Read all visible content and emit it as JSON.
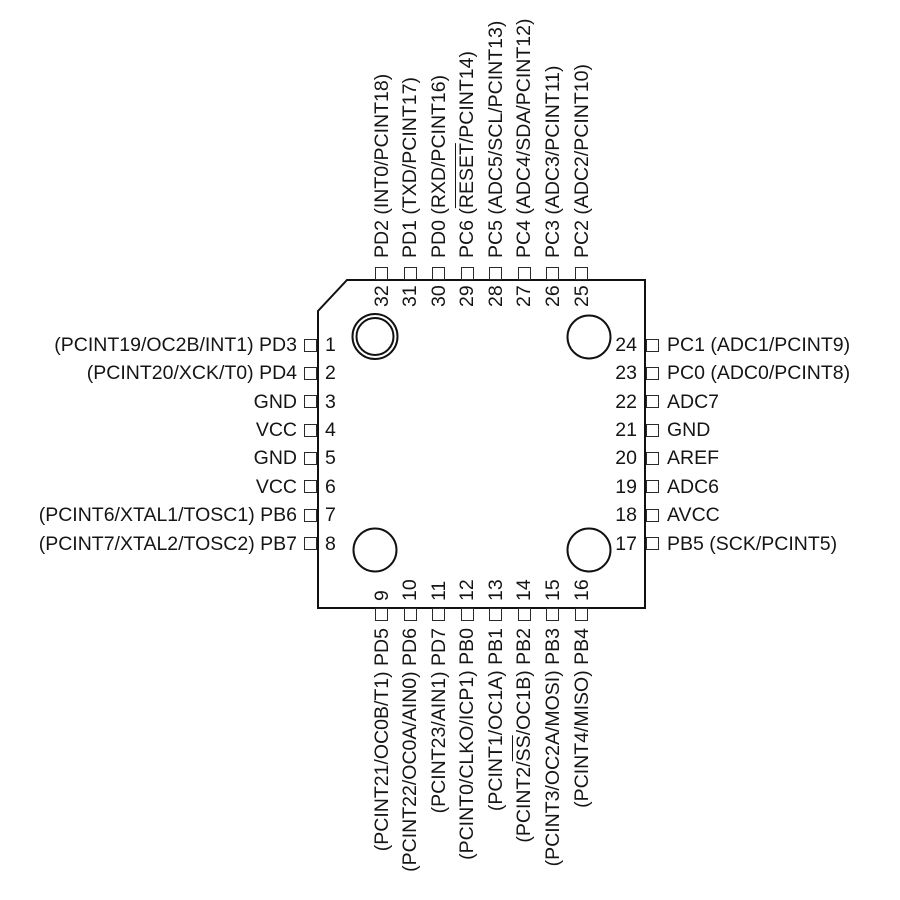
{
  "colors": {
    "background": "#ffffff",
    "line": "#111111",
    "text": "#151515"
  },
  "pins": {
    "left": [
      {
        "number": "1",
        "label": "(PCINT19/OC2B/INT1) PD3"
      },
      {
        "number": "2",
        "label": "(PCINT20/XCK/T0) PD4"
      },
      {
        "number": "3",
        "label": "GND"
      },
      {
        "number": "4",
        "label": "VCC"
      },
      {
        "number": "5",
        "label": "GND"
      },
      {
        "number": "6",
        "label": "VCC"
      },
      {
        "number": "7",
        "label": "(PCINT6/XTAL1/TOSC1) PB6"
      },
      {
        "number": "8",
        "label": "(PCINT7/XTAL2/TOSC2) PB7"
      }
    ],
    "right": [
      {
        "number": "24",
        "label": "PC1 (ADC1/PCINT9)"
      },
      {
        "number": "23",
        "label": "PC0 (ADC0/PCINT8)"
      },
      {
        "number": "22",
        "label": "ADC7"
      },
      {
        "number": "21",
        "label": "GND"
      },
      {
        "number": "20",
        "label": "AREF"
      },
      {
        "number": "19",
        "label": "ADC6"
      },
      {
        "number": "18",
        "label": "AVCC"
      },
      {
        "number": "17",
        "label": "PB5 (SCK/PCINT5)"
      }
    ],
    "top": [
      {
        "number": "32",
        "label": "PD2 (INT0/PCINT18)"
      },
      {
        "number": "31",
        "label": "PD1 (TXD/PCINT17)"
      },
      {
        "number": "30",
        "label": "PD0 (RXD/PCINT16)"
      },
      {
        "number": "29",
        "label_parts": [
          "PC6 (",
          "RESET",
          "/PCINT14)"
        ],
        "overline": "RESET"
      },
      {
        "number": "28",
        "label": "PC5 (ADC5/SCL/PCINT13)"
      },
      {
        "number": "27",
        "label": "PC4 (ADC4/SDA/PCINT12)"
      },
      {
        "number": "26",
        "label": "PC3 (ADC3/PCINT11)"
      },
      {
        "number": "25",
        "label": "PC2 (ADC2/PCINT10)"
      }
    ],
    "bottom": [
      {
        "number": "9",
        "label": "(PCINT21/OC0B/T1) PD5"
      },
      {
        "number": "10",
        "label": "(PCINT22/OC0A/AIN0) PD6"
      },
      {
        "number": "11",
        "label": "(PCINT23/AIN1) PD7"
      },
      {
        "number": "12",
        "label": "(PCINT0/CLKO/ICP1) PB0"
      },
      {
        "number": "13",
        "label": "(PCINT1/OC1A) PB1"
      },
      {
        "number": "14",
        "label_parts": [
          "(PCINT2/",
          "SS",
          "/OC1B) PB2"
        ],
        "overline": "SS"
      },
      {
        "number": "15",
        "label": "(PCINT3/OC2A/MOSI) PB3"
      },
      {
        "number": "16",
        "label": "(PCINT4/MISO) PB4"
      }
    ]
  }
}
